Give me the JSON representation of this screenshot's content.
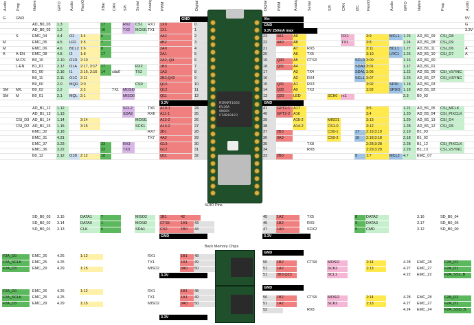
{
  "headers_left": [
    "Audio",
    "Prop",
    "Native",
    "GPIO",
    "Audio",
    "FlexIO",
    "XBar",
    "CAN",
    "SPI",
    "Serial",
    "Analog",
    "PWM",
    "Digital"
  ],
  "headers_right": [
    "Digital",
    "PWM",
    "Analog",
    "Serial",
    "SPI",
    "CAN",
    "I2C",
    "FlexIO",
    "Audio",
    "GPIO",
    "Native",
    "Prop",
    "Audio"
  ],
  "power": {
    "vin": "Vin",
    "gnd": "GND",
    "v33": "3.3V 250mA max",
    "gnd_left": "GND",
    "bar_33": "3.3V"
  },
  "left_rows": [
    [
      "G",
      "GND",
      "",
      "",
      "",
      "",
      "",
      "",
      "",
      "",
      "",
      "",
      "GND"
    ],
    [
      "",
      "",
      "AD_B0_03",
      "1.3",
      "",
      "",
      "17",
      "",
      "RX2",
      "CS1",
      "RX1",
      "1X0",
      "0"
    ],
    [
      "",
      "",
      "AD_B0_02",
      "1.2",
      "",
      "",
      "16",
      "",
      "TX2",
      "MOSI1",
      "TX1",
      "1X1",
      "1"
    ],
    [
      "",
      "S",
      "EMC_04",
      "4.4",
      "O2",
      "1:4",
      "6",
      "",
      "",
      "",
      "",
      "4A2",
      "2"
    ],
    [
      "M",
      "",
      "EMC_05",
      "4.5",
      "LR2",
      "1:5",
      "7",
      "",
      "",
      "",
      "",
      "4B2",
      "3"
    ],
    [
      "M",
      "",
      "EMC_06",
      "4.6",
      "BCL2",
      "1:6",
      "8",
      "",
      "",
      "",
      "",
      "2A0",
      "4"
    ],
    [
      "A",
      "A-EN",
      "EMC_08",
      "4.8",
      "I2",
      "1:8",
      "17",
      "",
      "",
      "",
      "",
      "2A1",
      "5"
    ],
    [
      "",
      "M-CS",
      "B0_10",
      "2.10",
      "O1D",
      "2:10",
      "",
      "",
      "",
      "",
      "",
      "2A2, Q4",
      "6"
    ],
    [
      "",
      "L-EN",
      "B1_01",
      "2.17",
      "O1A",
      "2:17, 3:17",
      "17",
      "",
      "",
      "RX2",
      "",
      "1B3",
      "7"
    ],
    [
      "",
      "",
      "B1_00",
      "2.16",
      "I1",
      "2:16, 3:16",
      "14",
      "sda0",
      "",
      "TX2",
      "",
      "1A3",
      "8"
    ],
    [
      "",
      "",
      "B0_11",
      "2.11",
      "O1C",
      "2:11",
      "",
      "",
      "",
      "",
      "",
      "2B2,Q42",
      "9"
    ],
    [
      "",
      "",
      "B0_00",
      "2.0",
      "MQR",
      "2:0",
      "",
      "",
      "",
      "CS0",
      "",
      "Q10",
      "10"
    ],
    [
      "SM",
      "M/L",
      "B0_02",
      "2.2",
      "",
      "2:2",
      "",
      "TX1",
      "MOSI0",
      "",
      "",
      "Q12",
      "11"
    ],
    [
      "SM",
      "M",
      "B0_01",
      "2.1",
      "MQL",
      "2:1",
      "",
      "",
      "MISO0",
      "",
      "",
      "Q11",
      "12"
    ],
    [
      "",
      "",
      "",
      "",
      "",
      "",
      "",
      "",
      "",
      "",
      "",
      "",
      "3.3V"
    ],
    [
      "",
      "",
      "AD_B1_12",
      "1.12",
      "",
      "",
      "",
      "",
      "SCL2",
      "",
      "TX6",
      "A10-1",
      "24"
    ],
    [
      "",
      "",
      "AD_B1_13",
      "1.13",
      "",
      "",
      "",
      "",
      "SDA2",
      "",
      "RX6",
      "A11-1",
      "25"
    ],
    [
      "",
      "CSI_D3",
      "AD_B1_14",
      "1.14",
      "",
      "3:14",
      "",
      "",
      "",
      "MOSI1",
      "",
      "A12-2",
      "26"
    ],
    [
      "",
      "CSI_D2",
      "AD_B1_15",
      "1.15",
      "",
      "3:15",
      "",
      "",
      "",
      "SCK1",
      "",
      "A13-2",
      "27"
    ],
    [
      "",
      "",
      "EMC_32",
      "3.18",
      "",
      "",
      "",
      "",
      "",
      "",
      "RX7",
      "3B1",
      "28"
    ],
    [
      "",
      "",
      "EMC_31",
      "4.31",
      "",
      "",
      "",
      "",
      "",
      "",
      "TX7",
      "4A2",
      "29"
    ],
    [
      "",
      "",
      "EMC_37",
      "3.23",
      "",
      "",
      "23",
      "",
      "RX3",
      "",
      "",
      "G13",
      "30"
    ],
    [
      "",
      "",
      "EMC_36",
      "3.22",
      "",
      "",
      "22",
      "",
      "TX3",
      "",
      "",
      "G12",
      "31"
    ],
    [
      "",
      "",
      "B0_12",
      "2.12",
      "O1B",
      "2:12",
      "10",
      "",
      "",
      "",
      "",
      "Q11",
      "32"
    ]
  ],
  "right_rows": [
    [
      "Vin",
      "",
      "",
      "",
      "",
      "",
      "",
      "",
      "",
      "",
      "",
      "",
      "5V"
    ],
    [
      "GND",
      "",
      "",
      "",
      "",
      "",
      "",
      "",
      "",
      "",
      "",
      "",
      "G"
    ],
    [
      "3.3V",
      "",
      "",
      "",
      "",
      "",
      "",
      "",
      "",
      "",
      "",
      "",
      "3.3V"
    ],
    [
      "23",
      "4A1",
      "A9",
      "",
      "",
      "RX1",
      "",
      "3:9",
      "MCL1",
      "1.25",
      "AD_B1_09",
      "CSI_D8",
      ""
    ],
    [
      "22",
      "4A0",
      "A8",
      "",
      "",
      "TX1",
      "",
      "3:8",
      "",
      "1.24",
      "AD_B1_08",
      "CSI_D9",
      ""
    ],
    [
      "21",
      "",
      "A7",
      "RX5",
      "",
      "",
      "",
      "3:11",
      "BCL1",
      "1.27",
      "AD_B1_11",
      "CSI_D6",
      "A"
    ],
    [
      "20",
      "",
      "A6",
      "TX5",
      "",
      "",
      "",
      "3:10",
      "LRC1",
      "1.26",
      "AD_B1_10",
      "CSI_D7",
      "A"
    ],
    [
      "19",
      "Q30",
      "A5",
      "CTS3",
      "",
      "",
      "SCL0",
      "3:00",
      "",
      "1.16",
      "AD_B1_00",
      "",
      ""
    ],
    [
      "18",
      "Q31",
      "A4",
      "",
      "",
      "",
      "SDA0",
      "3:01",
      "",
      "1.17",
      "AD_B1_01",
      "",
      ""
    ],
    [
      "17",
      "",
      "A3",
      "TX4",
      "",
      "",
      "SDA1",
      "3:06",
      "",
      "1.22",
      "AD_B1_06",
      "CSI_VSYNC",
      ""
    ],
    [
      "16",
      "",
      "A2",
      "RX4",
      "",
      "",
      "SCL1",
      "3:07",
      "",
      "1.23",
      "AD_B1_07",
      "CSI_HSYNC",
      ""
    ],
    [
      "15",
      "Q31",
      "A1",
      "RX3",
      "",
      "",
      "",
      "3:02",
      "SPDI",
      "1.18",
      "AD_B1_03",
      "",
      ""
    ],
    [
      "14",
      "Q32",
      "A0",
      "TX3",
      "",
      "",
      "",
      "3:02",
      "SPDO",
      "1.18",
      "AD_B1_02",
      "",
      ""
    ],
    [
      "13",
      "Q20",
      "LED",
      "",
      "SCK0",
      "rx1",
      "",
      "",
      "",
      "2.3",
      "B0_03",
      "",
      ""
    ],
    [
      "GND",
      "",
      "",
      "",
      "",
      "",
      "",
      "",
      "",
      "",
      "",
      "",
      ""
    ],
    [
      "41",
      "GPT2-1",
      "A17",
      "",
      "",
      "",
      "",
      "3:5",
      "",
      "1.21",
      "AD_B1_05",
      "CSI_MCLK",
      ""
    ],
    [
      "40",
      "GPT2-2",
      "A16",
      "",
      "",
      "",
      "",
      "3:4",
      "",
      "1.20",
      "AD_B1_04",
      "CSI_PIXCLK",
      ""
    ],
    [
      "39",
      "",
      "A15-2",
      "",
      "MISO1",
      "",
      "",
      "3:13",
      "",
      "1.29",
      "AD_B1_13",
      "CSI_D4",
      ""
    ],
    [
      "38",
      "",
      "A14-2",
      "",
      "CS1-0",
      "",
      "",
      "3:12",
      "",
      "1.28",
      "AD_B1_12",
      "CSI_D5",
      ""
    ],
    [
      "37",
      "2B3",
      "",
      "",
      "CS0-1",
      "",
      "17",
      "2:19;3:19",
      "",
      "2.19",
      "B1_03",
      "",
      ""
    ],
    [
      "36",
      "3A3",
      "",
      "",
      "CS0-2",
      "",
      "16",
      "2:18;3:18",
      "",
      "2.18",
      "B1_02",
      "",
      ""
    ],
    [
      "35",
      "",
      "",
      "TX8",
      "",
      "",
      "",
      "2:28;3:28",
      "",
      "2.28",
      "B1_12",
      "CSI_PIXCLK",
      ""
    ],
    [
      "34",
      "",
      "",
      "RX8",
      "",
      "",
      "",
      "2:29;3:29",
      "",
      "2.29",
      "B1_13",
      "CSI_VSYNC",
      ""
    ],
    [
      "33",
      "2B0",
      "",
      "",
      "",
      "",
      "9",
      "1:7",
      "MCL2",
      "4.7",
      "EMC_07",
      "",
      ""
    ]
  ],
  "sdio": {
    "title": "SDIO Pins",
    "left": [
      [
        "SD_B0_03",
        "3.15",
        "DATA1",
        "7",
        "MISO2",
        "1B1",
        "42"
      ],
      [
        "SD_B0_02",
        "3.14",
        "DATA0",
        "1",
        "MOSI2",
        "CTS5",
        "1A1",
        "43"
      ],
      [
        "SD_B0_01",
        "3.13",
        "CLK",
        "6",
        "SDA1",
        "CS2",
        "1B0",
        "44"
      ]
    ],
    "right": [
      [
        "45",
        "1A2",
        "TX5",
        "8",
        "DATA2",
        "3.16",
        "SD_B0_04"
      ],
      [
        "46",
        "1B2",
        "RX5",
        "9",
        "DATA3",
        "3.17",
        "SD_B0_05"
      ],
      [
        "47",
        "1A0",
        "SCK2",
        "5",
        "CMD",
        "3.12",
        "SD_B0_00"
      ]
    ],
    "gnd": "GND",
    "v33": "3.3V"
  },
  "mem": {
    "title": "Back Memory Chips",
    "left1": [
      [
        "F2A_D0",
        "EMC_26",
        "4.26",
        "1:12",
        "RX1",
        "1B1",
        "48"
      ],
      [
        "F2A_SCLK",
        "EMC_25",
        "4.25",
        "",
        "TX1",
        "1A1",
        "49"
      ],
      [
        "F2A_D3",
        "EMC_29",
        "4.29",
        "1:15",
        "MISO2",
        "3A0",
        "50"
      ]
    ],
    "right1": [
      [
        "GND",
        "",
        "",
        "",
        "",
        "",
        "",
        "",
        ""
      ],
      [
        "50",
        "1B2",
        "CTS8",
        "MOSI2",
        "1:14",
        "4.28",
        "EMC_28",
        "F2A_D2"
      ],
      [
        "51",
        "1A2",
        "",
        "SCK2",
        "1:13",
        "4.27",
        "EMC_27",
        "F2A_D1"
      ],
      [
        "51",
        "3B3,Q23",
        "",
        "SCL1",
        "",
        "4.22",
        "EMC_22",
        "F2A_SS1_B"
      ]
    ],
    "left2": [
      [
        "F2A_D0",
        "EMC_26",
        "4.26",
        "1:12",
        "RX1",
        "1B1",
        "48"
      ],
      [
        "F2A_SCLK",
        "EMC_25",
        "4.25",
        "",
        "TX1",
        "1A1",
        "49"
      ],
      [
        "F2A_D3",
        "EMC_29",
        "4.29",
        "1:15",
        "MISO2",
        "3A0",
        "50"
      ]
    ],
    "right2": [
      [
        "GND",
        "",
        "",
        "",
        "",
        "",
        "",
        ""
      ],
      [
        "50",
        "1B2",
        "CTS8",
        "MOSI2",
        "1:14",
        "4.28",
        "EMC_28",
        "F2A_D2"
      ],
      [
        "51",
        "1A2",
        "",
        "SCK2",
        "1:13",
        "4.27",
        "EMC_27",
        "F2A_D1"
      ],
      [
        "52",
        "",
        "RX8",
        "",
        "",
        "4.24",
        "EMC_24",
        "F2A_SSO_B"
      ]
    ],
    "gnd": "GND",
    "v33": "3.3V"
  },
  "chip": {
    "line1": "MIMXRT1062",
    "line2": "DVJ6A",
    "line3": "0N00X",
    "line4": "CTAB1912J"
  }
}
